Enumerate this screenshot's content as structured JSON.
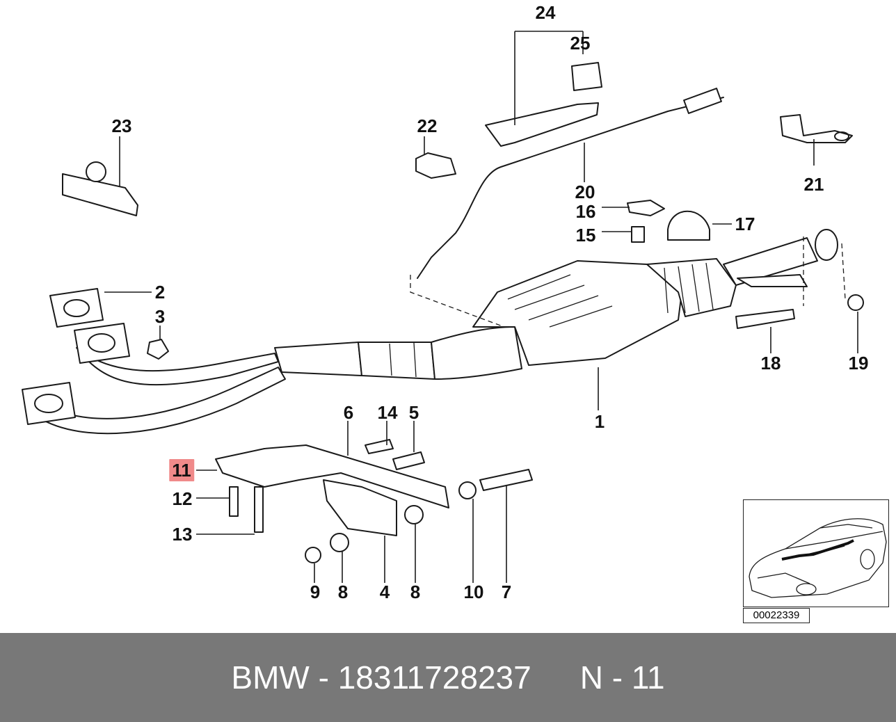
{
  "footer": {
    "brand_part": "BMW - 18311728237",
    "ref": "N - 11"
  },
  "diagram_code": "00022339",
  "highlight_color": "#f08a8a",
  "footer_color": "#787878",
  "labels": [
    {
      "id": "1",
      "text": "1"
    },
    {
      "id": "2",
      "text": "2"
    },
    {
      "id": "3",
      "text": "3"
    },
    {
      "id": "4",
      "text": "4"
    },
    {
      "id": "5",
      "text": "5"
    },
    {
      "id": "6",
      "text": "6"
    },
    {
      "id": "7",
      "text": "7"
    },
    {
      "id": "8a",
      "text": "8"
    },
    {
      "id": "8b",
      "text": "8"
    },
    {
      "id": "9",
      "text": "9"
    },
    {
      "id": "10",
      "text": "10"
    },
    {
      "id": "11",
      "text": "11",
      "highlight": true
    },
    {
      "id": "12",
      "text": "12"
    },
    {
      "id": "13",
      "text": "13"
    },
    {
      "id": "14",
      "text": "14"
    },
    {
      "id": "15",
      "text": "15"
    },
    {
      "id": "16",
      "text": "16"
    },
    {
      "id": "17",
      "text": "17"
    },
    {
      "id": "18",
      "text": "18"
    },
    {
      "id": "19",
      "text": "19"
    },
    {
      "id": "20",
      "text": "20"
    },
    {
      "id": "21",
      "text": "21"
    },
    {
      "id": "22",
      "text": "22"
    },
    {
      "id": "23",
      "text": "23"
    },
    {
      "id": "24",
      "text": "24"
    },
    {
      "id": "25",
      "text": "25"
    }
  ]
}
